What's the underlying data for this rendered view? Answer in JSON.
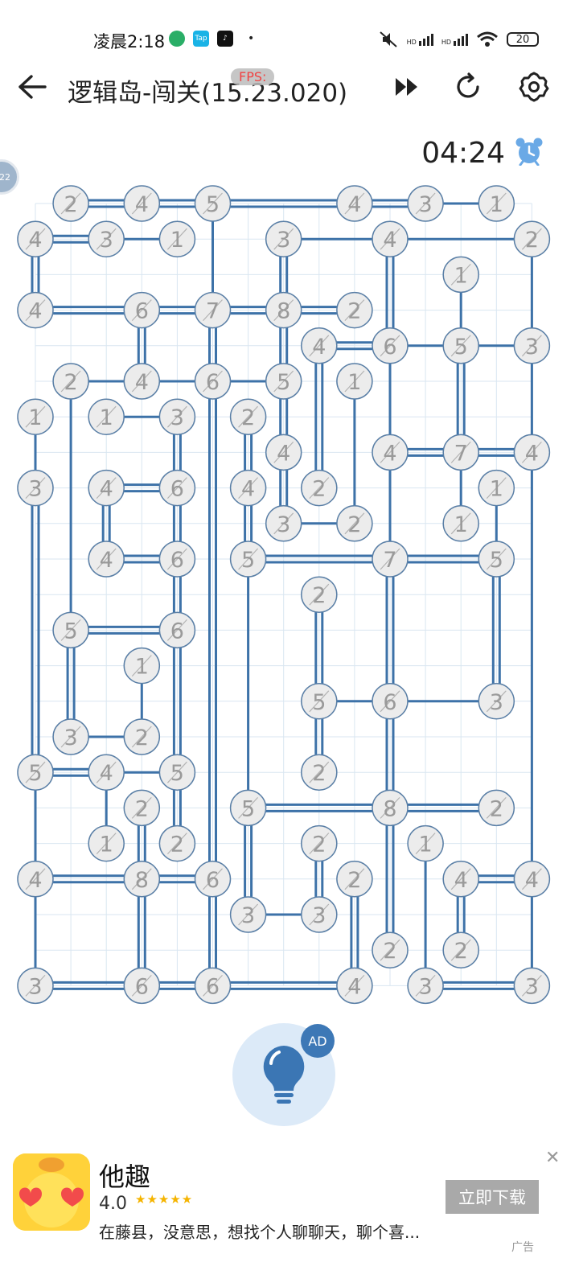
{
  "status_bar": {
    "time": "凌晨2:18",
    "dot": "•",
    "network_1": "HD",
    "network_2": "HD",
    "battery": "20"
  },
  "toolbar": {
    "title": "逻辑岛-闯关(15.23.020)",
    "fps_label": "FPS:"
  },
  "timer": "04:24",
  "side_tab_label": "22",
  "hint": {
    "ad_badge": "AD"
  },
  "ad": {
    "app_name": "他趣",
    "rating": "4.0",
    "stars": "★★★★★",
    "description": "在藤县，没意思，想找个人聊聊天，聊个喜...",
    "download_button": "立即下载",
    "label": "广告"
  },
  "colors": {
    "bridge": "#3d72a8",
    "island_fill": "#ececec",
    "island_border": "#5a7fa6",
    "grid": "#d9e6f1",
    "number": "#9a9a9a"
  },
  "puzzle": {
    "islands": [
      [
        1,
        0,
        2
      ],
      [
        3,
        0,
        4
      ],
      [
        5,
        0,
        5
      ],
      [
        9,
        0,
        4
      ],
      [
        11,
        0,
        3
      ],
      [
        13,
        0,
        1
      ],
      [
        0,
        1,
        4
      ],
      [
        2,
        1,
        3
      ],
      [
        4,
        1,
        1
      ],
      [
        7,
        1,
        3
      ],
      [
        10,
        1,
        4
      ],
      [
        14,
        1,
        2
      ],
      [
        12,
        2,
        1
      ],
      [
        0,
        3,
        4
      ],
      [
        3,
        3,
        6
      ],
      [
        5,
        3,
        7
      ],
      [
        7,
        3,
        8
      ],
      [
        9,
        3,
        2
      ],
      [
        8,
        4,
        4
      ],
      [
        10,
        4,
        6
      ],
      [
        12,
        4,
        5
      ],
      [
        14,
        4,
        3
      ],
      [
        1,
        5,
        2
      ],
      [
        3,
        5,
        4
      ],
      [
        5,
        5,
        6
      ],
      [
        7,
        5,
        5
      ],
      [
        9,
        5,
        1
      ],
      [
        0,
        6,
        1
      ],
      [
        2,
        6,
        1
      ],
      [
        4,
        6,
        3
      ],
      [
        6,
        6,
        2
      ],
      [
        10,
        7,
        4
      ],
      [
        12,
        7,
        7
      ],
      [
        14,
        7,
        4
      ],
      [
        7,
        7,
        4
      ],
      [
        0,
        8,
        3
      ],
      [
        2,
        8,
        4
      ],
      [
        4,
        8,
        6
      ],
      [
        6,
        8,
        4
      ],
      [
        8,
        8,
        2
      ],
      [
        13,
        8,
        1
      ],
      [
        7,
        9,
        3
      ],
      [
        9,
        9,
        2
      ],
      [
        12,
        9,
        1
      ],
      [
        2,
        10,
        4
      ],
      [
        4,
        10,
        6
      ],
      [
        6,
        10,
        5
      ],
      [
        10,
        10,
        7
      ],
      [
        13,
        10,
        5
      ],
      [
        8,
        11,
        2
      ],
      [
        1,
        12,
        5
      ],
      [
        4,
        12,
        6
      ],
      [
        3,
        13,
        1
      ],
      [
        8,
        14,
        5
      ],
      [
        10,
        14,
        6
      ],
      [
        13,
        14,
        3
      ],
      [
        1,
        15,
        3
      ],
      [
        3,
        15,
        2
      ],
      [
        0,
        16,
        5
      ],
      [
        2,
        16,
        4
      ],
      [
        4,
        16,
        5
      ],
      [
        8,
        16,
        2
      ],
      [
        3,
        17,
        2
      ],
      [
        6,
        17,
        5
      ],
      [
        10,
        17,
        8
      ],
      [
        13,
        17,
        2
      ],
      [
        2,
        18,
        1
      ],
      [
        4,
        18,
        2
      ],
      [
        8,
        18,
        2
      ],
      [
        11,
        18,
        1
      ],
      [
        0,
        19,
        4
      ],
      [
        3,
        19,
        8
      ],
      [
        5,
        19,
        6
      ],
      [
        9,
        19,
        2
      ],
      [
        12,
        19,
        4
      ],
      [
        14,
        19,
        4
      ],
      [
        6,
        20,
        3
      ],
      [
        8,
        20,
        3
      ],
      [
        10,
        21,
        2
      ],
      [
        12,
        21,
        2
      ],
      [
        0,
        22,
        3
      ],
      [
        3,
        22,
        6
      ],
      [
        5,
        22,
        6
      ],
      [
        9,
        22,
        4
      ],
      [
        11,
        22,
        3
      ],
      [
        14,
        22,
        3
      ]
    ],
    "bridges": [
      [
        1,
        0,
        3,
        0,
        2
      ],
      [
        3,
        0,
        5,
        0,
        2
      ],
      [
        5,
        0,
        9,
        0,
        2
      ],
      [
        9,
        0,
        11,
        0,
        2
      ],
      [
        11,
        0,
        13,
        0,
        1
      ],
      [
        0,
        1,
        2,
        1,
        2
      ],
      [
        2,
        1,
        4,
        1,
        1
      ],
      [
        7,
        1,
        10,
        1,
        1
      ],
      [
        10,
        1,
        14,
        1,
        1
      ],
      [
        0,
        3,
        3,
        3,
        2
      ],
      [
        3,
        3,
        5,
        3,
        2
      ],
      [
        5,
        3,
        7,
        3,
        2
      ],
      [
        7,
        3,
        9,
        3,
        2
      ],
      [
        8,
        4,
        10,
        4,
        2
      ],
      [
        10,
        4,
        12,
        4,
        1
      ],
      [
        12,
        4,
        14,
        4,
        1
      ],
      [
        1,
        5,
        3,
        5,
        1
      ],
      [
        3,
        5,
        5,
        5,
        1
      ],
      [
        5,
        5,
        7,
        5,
        1
      ],
      [
        2,
        6,
        4,
        6,
        1
      ],
      [
        10,
        7,
        12,
        7,
        2
      ],
      [
        12,
        7,
        14,
        7,
        2
      ],
      [
        2,
        8,
        4,
        8,
        2
      ],
      [
        7,
        9,
        9,
        9,
        1
      ],
      [
        2,
        10,
        4,
        10,
        2
      ],
      [
        6,
        10,
        10,
        10,
        2
      ],
      [
        10,
        10,
        13,
        10,
        2
      ],
      [
        1,
        12,
        4,
        12,
        2
      ],
      [
        10,
        14,
        13,
        14,
        1
      ],
      [
        8,
        14,
        10,
        14,
        1
      ],
      [
        1,
        15,
        3,
        15,
        1
      ],
      [
        0,
        16,
        2,
        16,
        2
      ],
      [
        2,
        16,
        4,
        16,
        1
      ],
      [
        6,
        17,
        10,
        17,
        2
      ],
      [
        10,
        17,
        13,
        17,
        2
      ],
      [
        0,
        19,
        3,
        19,
        2
      ],
      [
        3,
        19,
        5,
        19,
        2
      ],
      [
        12,
        19,
        14,
        19,
        2
      ],
      [
        6,
        20,
        8,
        20,
        1
      ],
      [
        0,
        22,
        3,
        22,
        2
      ],
      [
        3,
        22,
        5,
        22,
        2
      ],
      [
        5,
        22,
        9,
        22,
        2
      ],
      [
        11,
        22,
        14,
        22,
        2
      ],
      [
        0,
        1,
        0,
        3,
        2
      ],
      [
        0,
        6,
        0,
        8,
        1
      ],
      [
        0,
        8,
        0,
        16,
        2
      ],
      [
        0,
        16,
        0,
        19,
        1
      ],
      [
        0,
        19,
        0,
        22,
        1
      ],
      [
        1,
        5,
        1,
        12,
        1
      ],
      [
        1,
        12,
        1,
        15,
        2
      ],
      [
        2,
        8,
        2,
        10,
        2
      ],
      [
        2,
        16,
        2,
        18,
        1
      ],
      [
        3,
        3,
        3,
        5,
        2
      ],
      [
        3,
        13,
        3,
        15,
        1
      ],
      [
        3,
        17,
        3,
        19,
        2
      ],
      [
        3,
        19,
        3,
        22,
        2
      ],
      [
        4,
        6,
        4,
        8,
        2
      ],
      [
        4,
        8,
        4,
        10,
        2
      ],
      [
        4,
        10,
        4,
        12,
        2
      ],
      [
        4,
        12,
        4,
        16,
        2
      ],
      [
        4,
        16,
        4,
        18,
        2
      ],
      [
        5,
        0,
        5,
        3,
        1
      ],
      [
        5,
        3,
        5,
        5,
        2
      ],
      [
        5,
        5,
        5,
        19,
        2
      ],
      [
        5,
        19,
        5,
        22,
        2
      ],
      [
        6,
        6,
        6,
        8,
        2
      ],
      [
        6,
        8,
        6,
        10,
        2
      ],
      [
        6,
        10,
        6,
        17,
        1
      ],
      [
        6,
        17,
        6,
        20,
        2
      ],
      [
        7,
        1,
        7,
        3,
        2
      ],
      [
        7,
        3,
        7,
        5,
        2
      ],
      [
        7,
        5,
        7,
        7,
        2
      ],
      [
        7,
        7,
        7,
        9,
        2
      ],
      [
        8,
        4,
        8,
        8,
        2
      ],
      [
        8,
        11,
        8,
        14,
        2
      ],
      [
        8,
        14,
        8,
        16,
        2
      ],
      [
        8,
        18,
        8,
        20,
        2
      ],
      [
        9,
        5,
        9,
        9,
        1
      ],
      [
        9,
        19,
        9,
        22,
        2
      ],
      [
        10,
        1,
        10,
        4,
        2
      ],
      [
        10,
        4,
        10,
        7,
        1
      ],
      [
        10,
        7,
        10,
        10,
        1
      ],
      [
        10,
        10,
        10,
        14,
        2
      ],
      [
        10,
        14,
        10,
        17,
        2
      ],
      [
        10,
        17,
        10,
        21,
        2
      ],
      [
        11,
        18,
        11,
        22,
        1
      ],
      [
        12,
        2,
        12,
        4,
        1
      ],
      [
        12,
        4,
        12,
        7,
        2
      ],
      [
        12,
        7,
        12,
        9,
        1
      ],
      [
        12,
        19,
        12,
        21,
        2
      ],
      [
        13,
        8,
        13,
        10,
        1
      ],
      [
        13,
        10,
        13,
        14,
        2
      ],
      [
        14,
        1,
        14,
        4,
        1
      ],
      [
        14,
        4,
        14,
        7,
        1
      ],
      [
        14,
        7,
        14,
        19,
        1
      ],
      [
        14,
        19,
        14,
        22,
        1
      ]
    ]
  }
}
